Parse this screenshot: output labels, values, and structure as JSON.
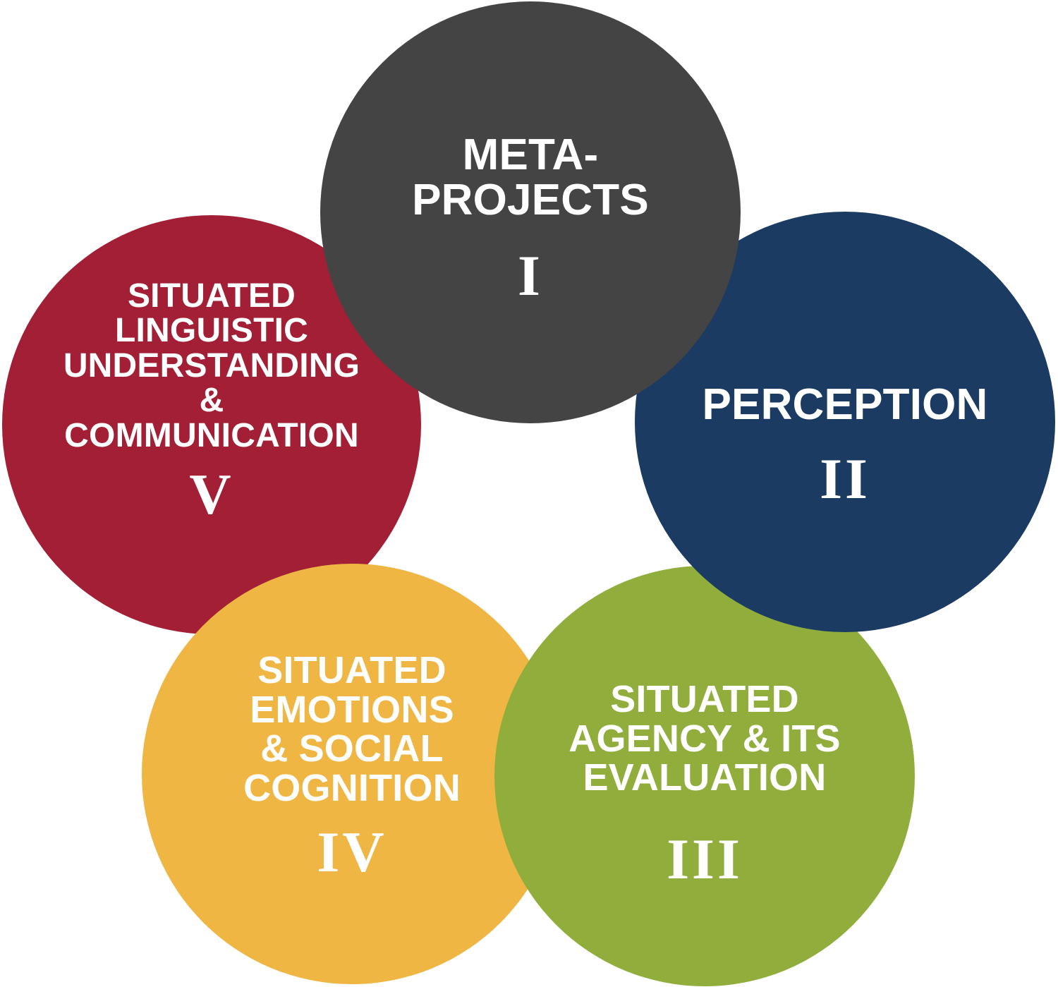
{
  "diagram": {
    "type": "venn-cluster",
    "layout": "five overlapping circles arranged in a ring",
    "background_color": "#ffffff",
    "nodes": [
      {
        "id": "meta-projects",
        "title": "META-\nPROJECTS",
        "numeral": "I",
        "color": "#444444",
        "position": "top"
      },
      {
        "id": "perception",
        "title": "PERCEPTION",
        "numeral": "II",
        "color": "#1b3b63",
        "position": "right"
      },
      {
        "id": "agency",
        "title": "SITUATED\nAGENCY & ITS\nEVALUATION",
        "numeral": "III",
        "color": "#91ae3c",
        "position": "bottom-right"
      },
      {
        "id": "emotions",
        "title": "SITUATED\nEMOTIONS\n& SOCIAL\nCOGNITION",
        "numeral": "IV",
        "color": "#efb643",
        "position": "bottom-left"
      },
      {
        "id": "linguistic",
        "title": "SITUATED\nLINGUISTIC\nUNDERSTANDING\n&\nCOMMUNICATION",
        "numeral": "V",
        "color": "#a21f36",
        "position": "left"
      }
    ]
  }
}
